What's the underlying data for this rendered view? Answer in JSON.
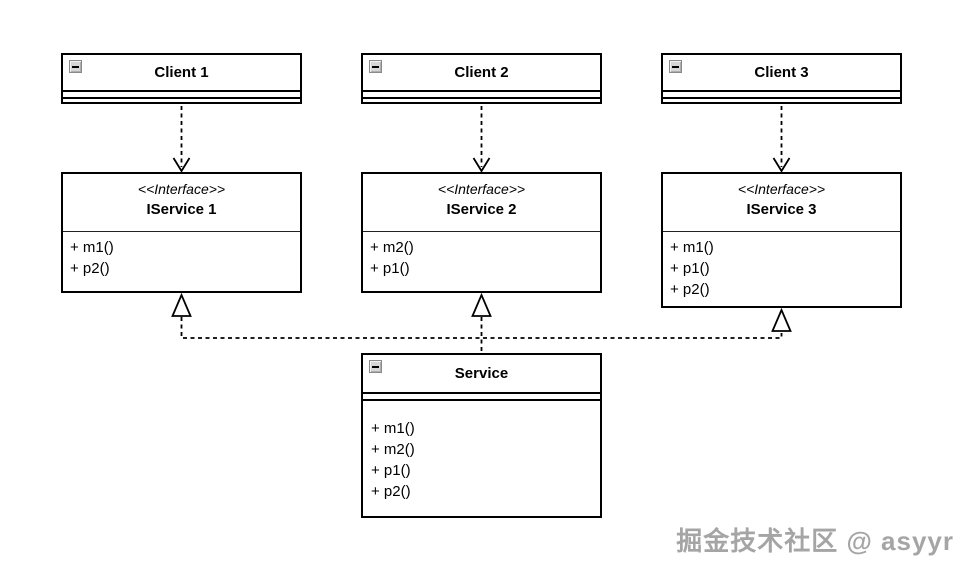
{
  "diagram": {
    "clients": [
      {
        "name": "Client 1"
      },
      {
        "name": "Client 2"
      },
      {
        "name": "Client 3"
      }
    ],
    "interfaces": [
      {
        "stereotype": "<<Interface>>",
        "name": "IService 1",
        "methods": [
          "+ m1()",
          "+ p2()"
        ]
      },
      {
        "stereotype": "<<Interface>>",
        "name": "IService 2",
        "methods": [
          "+ m2()",
          "+ p1()"
        ]
      },
      {
        "stereotype": "<<Interface>>",
        "name": "IService 3",
        "methods": [
          "+ m1()",
          "+ p1()",
          "+ p2()"
        ]
      }
    ],
    "service": {
      "name": "Service",
      "methods": [
        "+ m1()",
        "+ m2()",
        "+ p1()",
        "+ p2()"
      ]
    },
    "relations": [
      {
        "type": "dependency",
        "from": "Client 1",
        "to": "IService 1"
      },
      {
        "type": "dependency",
        "from": "Client 2",
        "to": "IService 2"
      },
      {
        "type": "dependency",
        "from": "Client 3",
        "to": "IService 3"
      },
      {
        "type": "realization",
        "from": "Service",
        "to": "IService 1"
      },
      {
        "type": "realization",
        "from": "Service",
        "to": "IService 2"
      },
      {
        "type": "realization",
        "from": "Service",
        "to": "IService 3"
      }
    ],
    "icons": {
      "collapse": "minus-box"
    },
    "colors": {
      "line": "#000000",
      "fill": "#ffffff",
      "watermark": "#a5a5a5"
    },
    "watermark": "掘金技术社区 @ asyyr"
  }
}
